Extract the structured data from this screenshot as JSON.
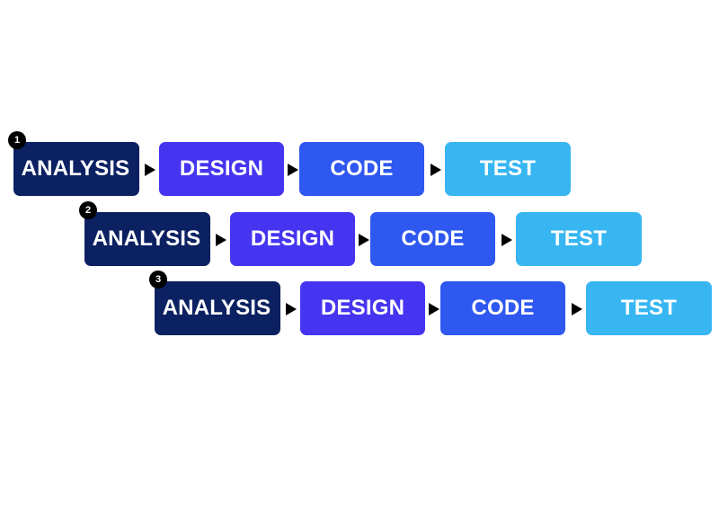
{
  "colors": {
    "analysis": "#0c2161",
    "design": "#4535f0",
    "code": "#2e58ef",
    "test": "#37b6f2",
    "arrow": "#000000",
    "badge": "#000000"
  },
  "iterations": [
    {
      "number": "1",
      "stages": [
        "ANALYSIS",
        "DESIGN",
        "CODE",
        "TEST"
      ]
    },
    {
      "number": "2",
      "stages": [
        "ANALYSIS",
        "DESIGN",
        "CODE",
        "TEST"
      ]
    },
    {
      "number": "3",
      "stages": [
        "ANALYSIS",
        "DESIGN",
        "CODE",
        "TEST"
      ]
    }
  ]
}
